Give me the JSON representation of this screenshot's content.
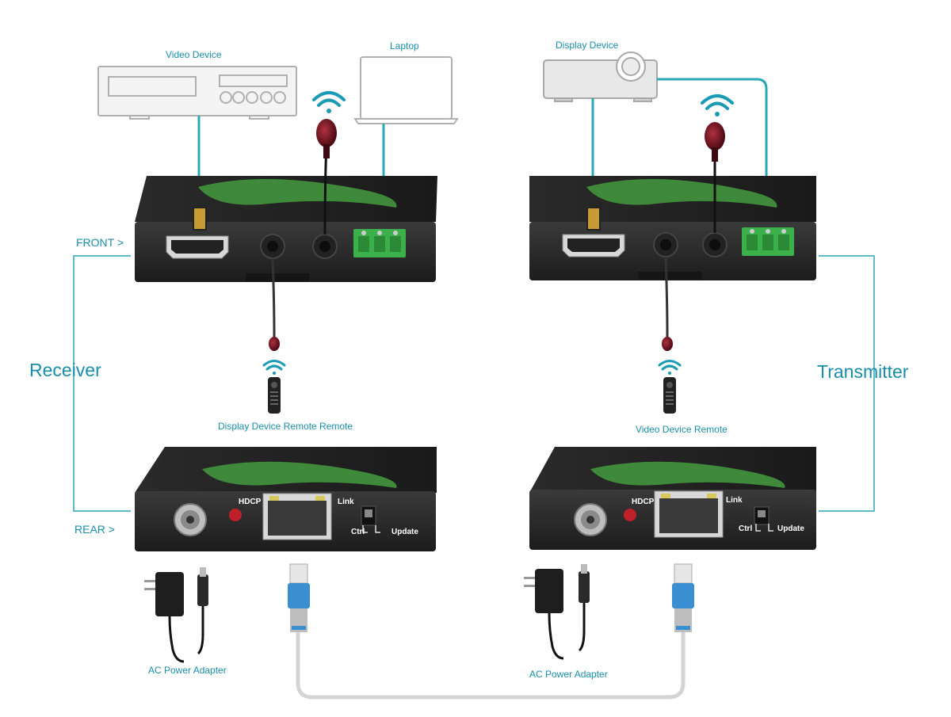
{
  "labels": {
    "video_device": "Video Device",
    "laptop": "Laptop",
    "display_device": "Display Device",
    "front": "FRONT >",
    "rear": "REAR >",
    "receiver": "Receiver",
    "transmitter": "Transmitter",
    "display_device_remote": "Display Device Remote Remote",
    "video_device_remote": "Video Device Remote",
    "ac_power_adapter_left": "AC Power Adapter",
    "ac_power_adapter_right": "AC Power Adapter"
  },
  "unit_rear_labels": {
    "hdcp": "HDCP",
    "link": "Link",
    "ctrl": "Ctrl",
    "update": "Update"
  },
  "colors": {
    "accent": "#1a8ea8",
    "cable_teal": "#2aa8b8",
    "device_body": "#2b2b2b",
    "device_green": "#3f8a3a",
    "terminal_green": "#3cb04a",
    "rj45_blue": "#3a8fd0",
    "led_red": "#c0202a"
  }
}
